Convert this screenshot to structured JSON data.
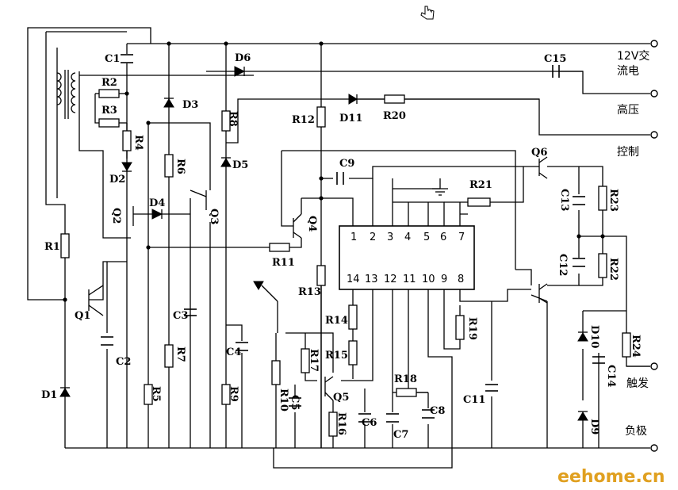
{
  "labels": {
    "C1": "C1",
    "C2": "C2",
    "C3": "C3",
    "C4": "C4",
    "C5": "C5",
    "C6": "C6",
    "C7": "C7",
    "C8": "C8",
    "C9": "C9",
    "C11": "C11",
    "C12": "C12",
    "C13": "C13",
    "C14": "C14",
    "C15": "C15",
    "R1": "R1",
    "R2": "R2",
    "R3": "R3",
    "R4": "R4",
    "R5": "R5",
    "R6": "R6",
    "R7": "R7",
    "R8": "R8",
    "R9": "R9",
    "R10": "R10",
    "R11": "R11",
    "R12": "R12",
    "R13": "R13",
    "R14": "R14",
    "R15": "R15",
    "R16": "R16",
    "R17": "R17",
    "R18": "R18",
    "R19": "R19",
    "R20": "R20",
    "R21": "R21",
    "R22": "R22",
    "R23": "R23",
    "R24": "R24",
    "D1": "D1",
    "D2": "D2",
    "D3": "D3",
    "D4": "D4",
    "D5": "D5",
    "D6": "D6",
    "D9": "D9",
    "D10": "D10",
    "D11": "D11",
    "Q1": "Q1",
    "Q2": "Q2",
    "Q3": "Q3",
    "Q4": "Q4",
    "Q5": "Q5",
    "Q6": "Q6"
  },
  "ic_pins_top": [
    "1",
    "2",
    "3",
    "4",
    "5",
    "6",
    "7"
  ],
  "ic_pins_bottom": [
    "14",
    "13",
    "12",
    "11",
    "10",
    "9",
    "8"
  ],
  "terminals": {
    "ac12v_line1": "12V交",
    "ac12v_line2": "流电",
    "high_voltage": "高压",
    "control": "控制",
    "trigger": "触发",
    "negative": "负极"
  },
  "watermark": "eehome.cn",
  "colors": {
    "watermark": "#e0a020",
    "line": "#000000"
  }
}
